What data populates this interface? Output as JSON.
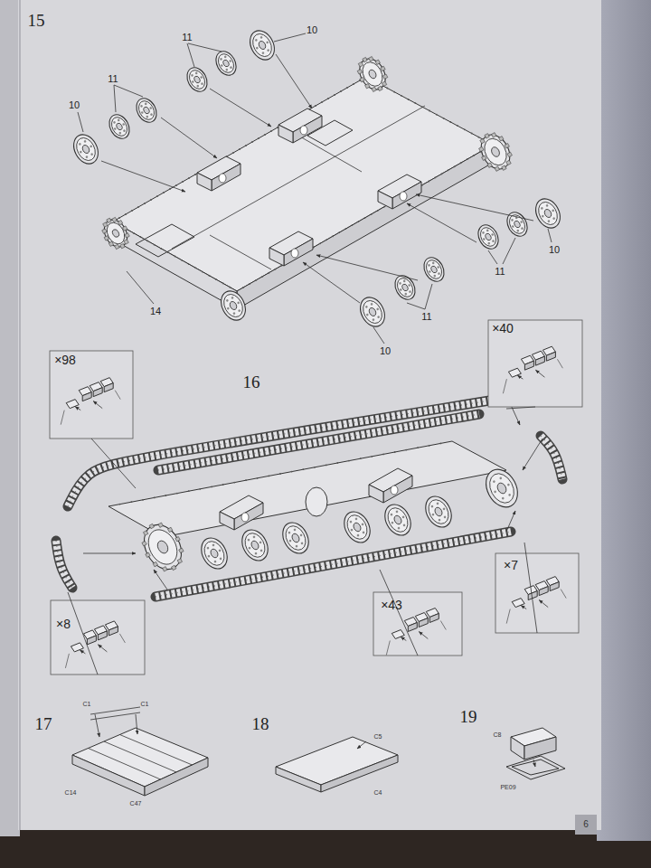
{
  "diagram": {
    "labels": [
      "15",
      "10",
      "11",
      "11",
      "10",
      "14",
      "10",
      "11",
      "11",
      "10",
      "16",
      "×98",
      "×40",
      "×8",
      "×43",
      "×7",
      "17",
      "18",
      "19",
      "C1",
      "C1",
      "C14",
      "C47",
      "C5",
      "C4",
      "C8",
      "PE09",
      "6"
    ]
  }
}
